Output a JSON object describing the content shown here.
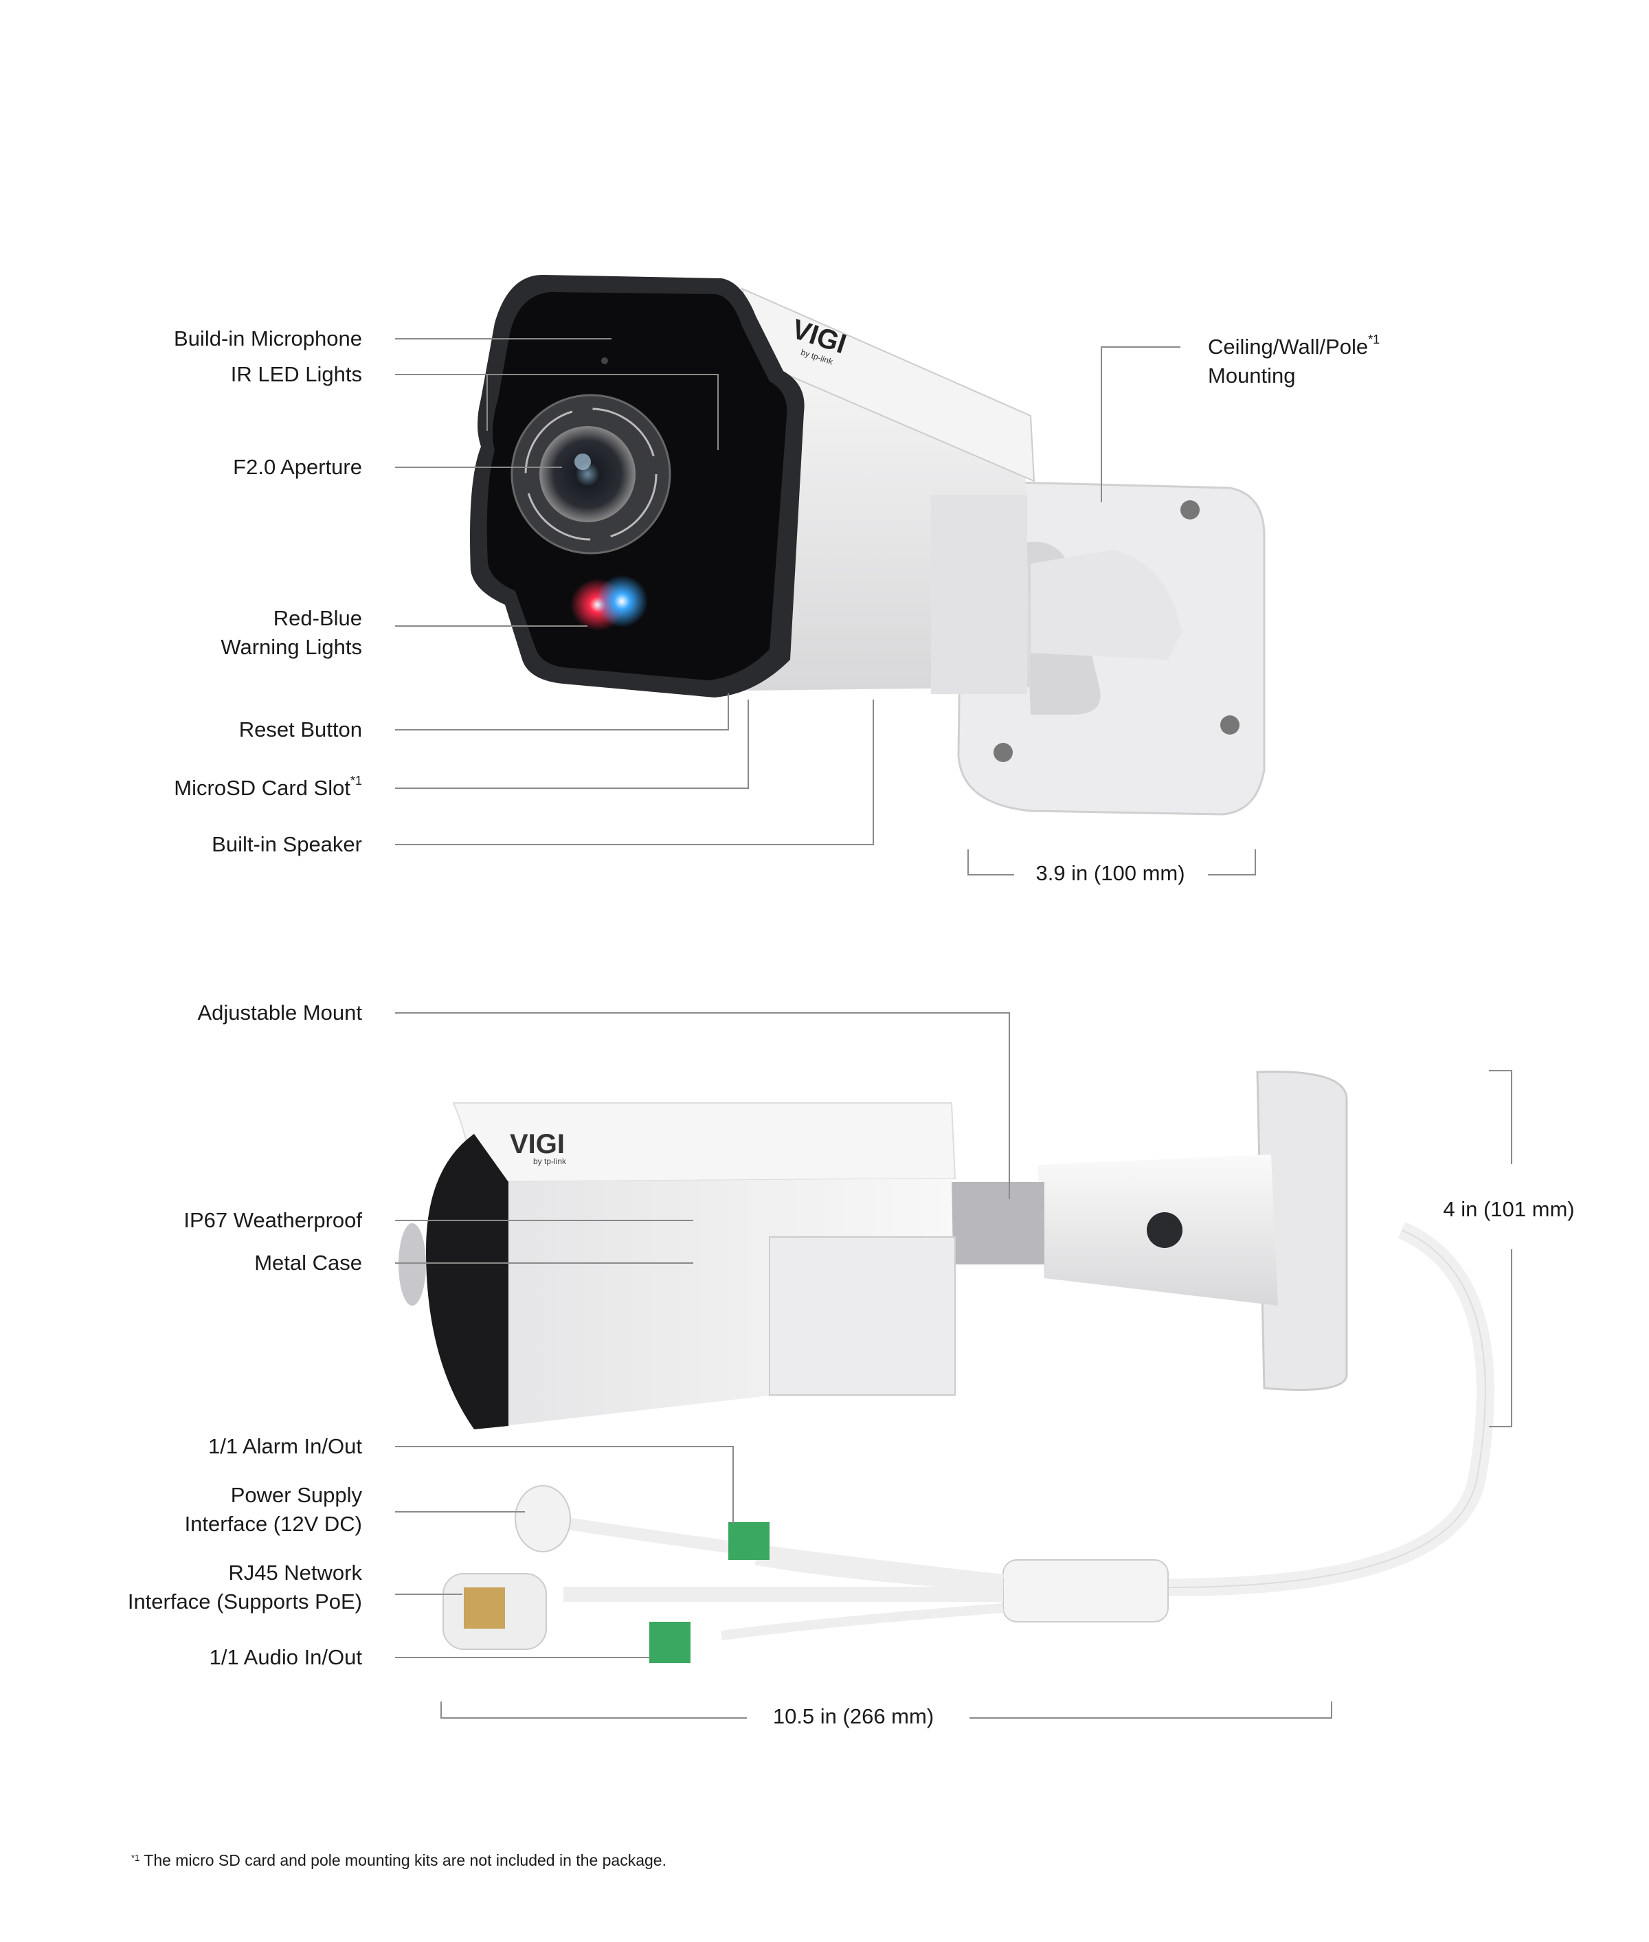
{
  "brand": {
    "logo": "VIGI",
    "sub": "by tp-link"
  },
  "top_view": {
    "labels": {
      "microphone": "Build-in Microphone",
      "ir_led": "IR LED Lights",
      "aperture": "F2.0 Aperture",
      "warning_1": "Red-Blue",
      "warning_2": "Warning Lights",
      "reset": "Reset Button",
      "microsd": "MicroSD Card Slot",
      "microsd_note": "*1",
      "speaker": "Built-in Speaker",
      "mount_1": "Ceiling/Wall/Pole",
      "mount_note": "*1",
      "mount_2": "Mounting"
    },
    "dimension": "3.9 in (100 mm)"
  },
  "side_view": {
    "labels": {
      "adjustable_mount": "Adjustable Mount",
      "weatherproof": "IP67 Weatherproof",
      "metal_case": "Metal Case",
      "alarm": "1/1 Alarm In/Out",
      "power_1": "Power Supply",
      "power_2": "Interface (12V DC)",
      "rj45_1": "RJ45 Network",
      "rj45_2": "Interface (Supports PoE)",
      "audio": "1/1 Audio In/Out"
    },
    "height_dimension": "4 in (101 mm)",
    "length_dimension": "10.5 in (266 mm)"
  },
  "footnote": {
    "mark": "*1",
    "text": "The micro SD card and pole mounting kits are not included in the package."
  },
  "colors": {
    "line": "#8a8a8a",
    "text": "#1a1a1a",
    "warning_red": "#ff2a4a",
    "warning_blue": "#3aa8ff",
    "terminal_green": "#3aa860"
  }
}
